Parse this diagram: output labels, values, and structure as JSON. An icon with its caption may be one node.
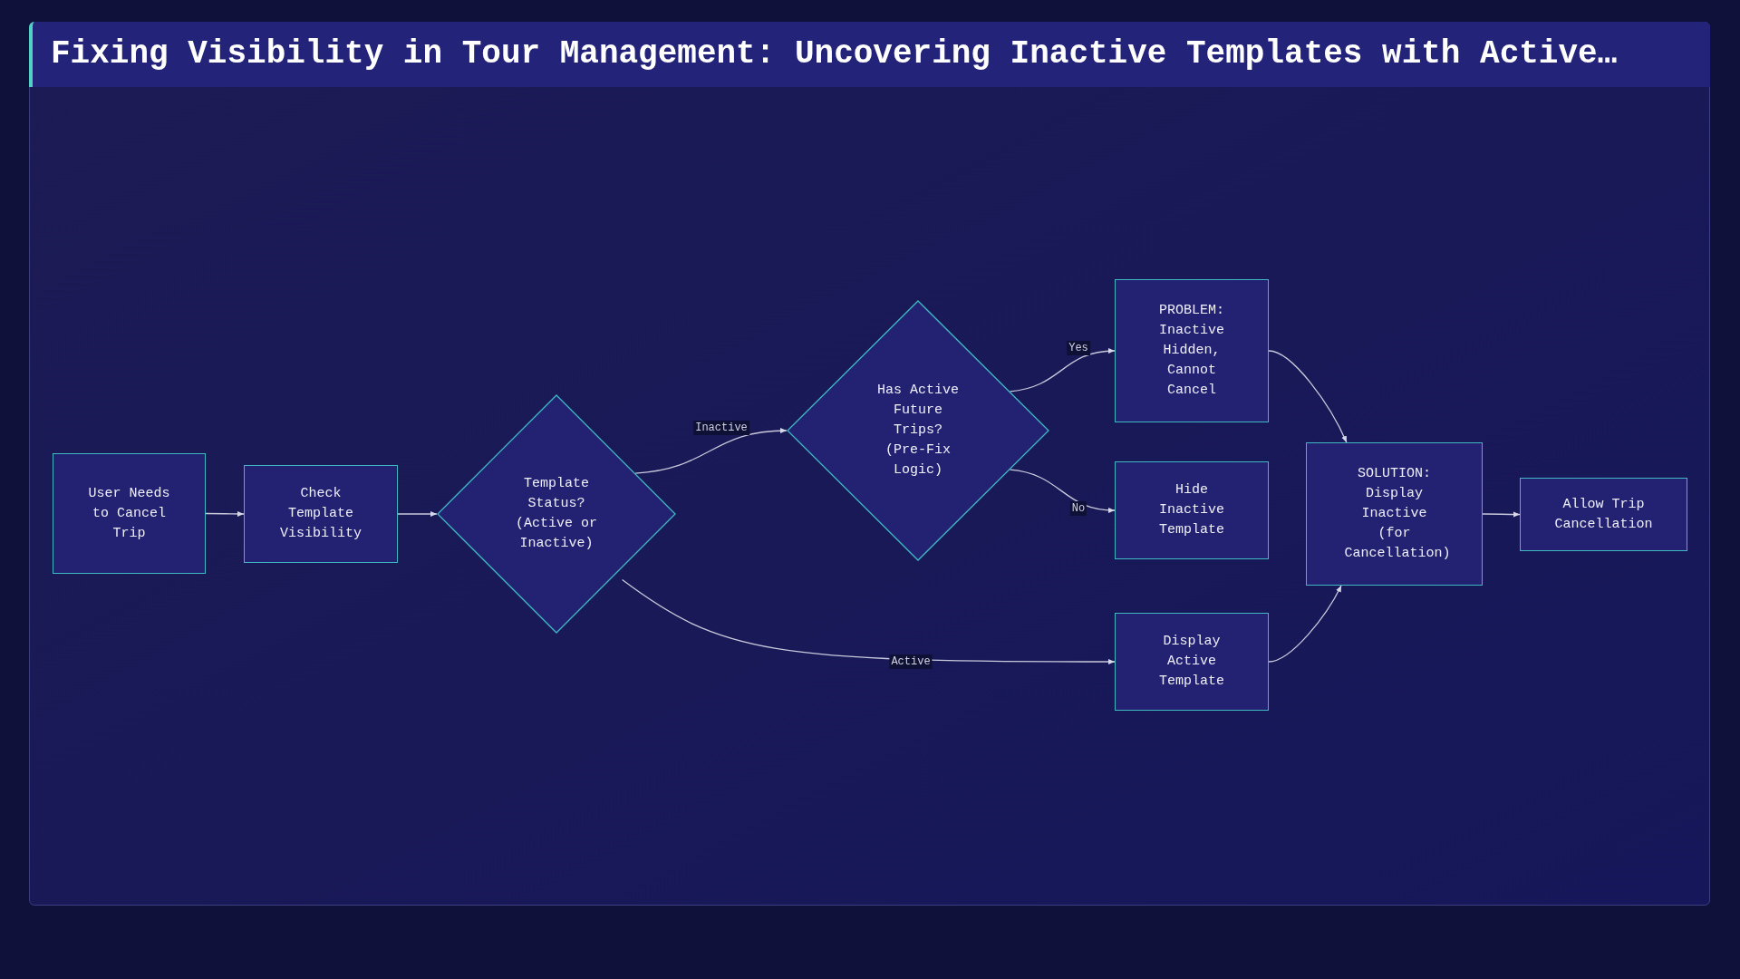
{
  "diagram": {
    "title": "Fixing Visibility in Tour Management: Uncovering Inactive Templates with Active…",
    "nodes": [
      {
        "text": [
          "User Needs to Cancel Trip"
        ]
      },
      {
        "text": [
          "Check Template Visibility"
        ]
      },
      {
        "text": [
          "Template Status? (Active or Inactive)"
        ]
      },
      {
        "text": [
          "Has Active Future Trips? (Pre-Fix Logic)"
        ]
      },
      {
        "text": [
          "PROBLEM: Inactive Hidden, Cannot Cancel"
        ]
      },
      {
        "text": [
          "Hide Inactive Template"
        ]
      },
      {
        "text": [
          "Display Active Template"
        ]
      },
      {
        "text": [
          "SOLUTION: Display Inactive (for Cancellation)"
        ]
      },
      {
        "text": [
          "Allow Trip Cancellation"
        ]
      }
    ],
    "edges": [
      {
        "from": 0,
        "to": 1,
        "arrow": "to"
      },
      {
        "from": 1,
        "to": 2,
        "arrow": "to"
      },
      {
        "from": 2,
        "to": 3,
        "arrow": "to",
        "label": "Inactive"
      },
      {
        "from": 3,
        "to": 4,
        "arrow": "to",
        "label": "Yes"
      },
      {
        "from": 3,
        "to": 5,
        "arrow": "to",
        "label": "No"
      },
      {
        "from": 2,
        "to": 6,
        "arrow": "to",
        "label": "Active"
      },
      {
        "from": 4,
        "to": 7,
        "arrow": "to"
      },
      {
        "from": 6,
        "to": 7,
        "arrow": "to"
      },
      {
        "from": 7,
        "to": 8,
        "arrow": "to"
      }
    ]
  }
}
